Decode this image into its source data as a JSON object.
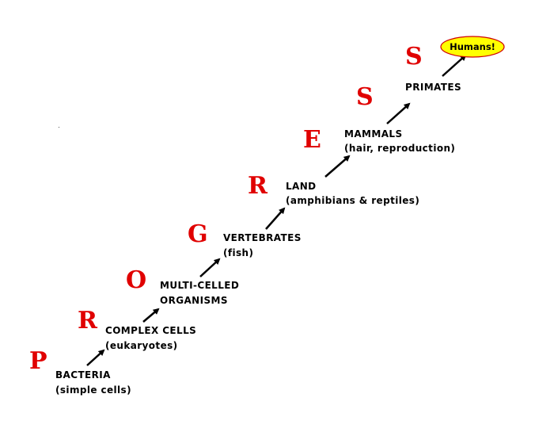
{
  "letters": [
    "P",
    "R",
    "O",
    "G",
    "R",
    "E",
    "S",
    "S"
  ],
  "stages": [
    {
      "line1": "BACTERIA",
      "line2": "(simple cells)"
    },
    {
      "line1": "COMPLEX CELLS",
      "line2": "(eukaryotes)"
    },
    {
      "line1": "MULTI-CELLED",
      "line2": "ORGANISMS"
    },
    {
      "line1": "VERTEBRATES",
      "line2": "(fish)"
    },
    {
      "line1": "LAND",
      "line2": "(amphibians & reptiles)"
    },
    {
      "line1": "MAMMALS",
      "line2": "(hair, reproduction)"
    },
    {
      "line1": "PRIMATES",
      "line2": ""
    }
  ],
  "goal": "Humans!",
  "colors": {
    "letter": "#e00000",
    "goal_fill": "#ffff00",
    "goal_stroke": "#d00000"
  }
}
